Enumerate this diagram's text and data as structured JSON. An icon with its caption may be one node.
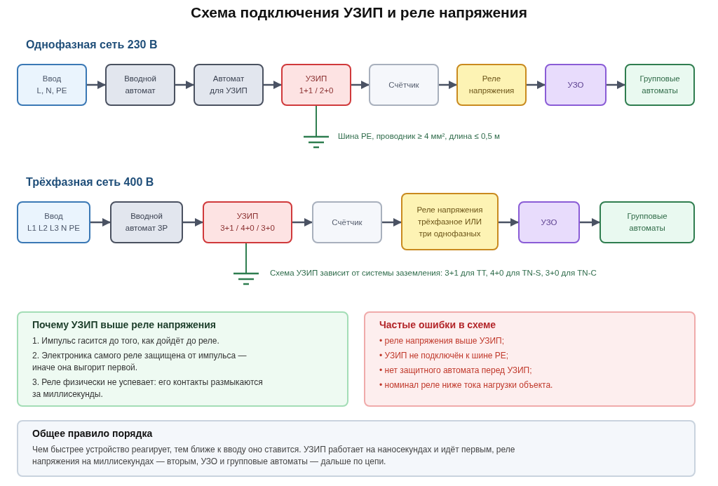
{
  "diagram": {
    "title": "Схема подключения УЗИП и реле напряжения",
    "nodes": [
      {
        "text": [
          "Ввод",
          "L, N, PE"
        ]
      },
      {
        "text": [
          "Вводной автомат"
        ]
      },
      {
        "text": [
          "Автомат для УЗИП"
        ]
      },
      {
        "text": [
          "УЗИП",
          "1+1 / 2+0"
        ]
      },
      {
        "text": [
          "Счётчик"
        ]
      },
      {
        "text": [
          "Реле напряжения"
        ]
      },
      {
        "text": [
          "УЗО"
        ]
      },
      {
        "text": [
          "Групповые автоматы"
        ]
      },
      {
        "text": [],
        "shape": "ground",
        "beside": [
          "Шина PE, проводник ≥ 4 мм², длина ≤ 0,5 м"
        ]
      },
      {
        "text": [
          "Ввод",
          "L1 L2 L3 N PE"
        ]
      },
      {
        "text": [
          "Вводной автомат 3P"
        ]
      },
      {
        "text": [
          "УЗИП",
          "3+1 / 4+0 / 3+0"
        ]
      },
      {
        "text": [
          "Счётчик"
        ]
      },
      {
        "text": [
          "Реле напряжения трёхфазное ИЛИ три однофазных"
        ]
      },
      {
        "text": [
          "УЗО"
        ]
      },
      {
        "text": [
          "Групповые автоматы"
        ]
      },
      {
        "text": [],
        "shape": "ground",
        "beside": [
          "Схема УЗИП зависит от системы заземления: 3+1 для TT, 4+0 для TN-S, 3+0 для TN-C"
        ]
      },
      {
        "text": [
          "Почему УЗИП выше реле напряжения",
          "1. Импульс гасится до того, как дойдёт до реле.",
          "2. Электроника самого реле защищена от импульса — иначе она выгорит первой.",
          "3. Реле физически не успевает: его контакты размыкаются за миллисекунды."
        ]
      },
      {
        "text": [
          "Частые ошибки в схеме",
          "• реле напряжения выше УЗИП;",
          "• УЗИП не подключён к шине PE;",
          "• нет защитного автомата перед УЗИП;",
          "• номинал реле ниже тока нагрузки объекта."
        ]
      },
      {
        "text": [
          "Общее правило порядка",
          "Чем быстрее устройство реагирует, тем ближе к вводу оно ставится. УЗИП работает на наносекундах и идёт первым, реле напряжения на миллисекундах — вторым, УЗО и групповые автоматы — дальше по цепи."
        ]
      }
    ],
    "edges": [
      {
        "from": 0,
        "to": 1,
        "arrow": "to"
      },
      {
        "from": 1,
        "to": 2,
        "arrow": "to"
      },
      {
        "from": 2,
        "to": 3,
        "arrow": "to"
      },
      {
        "from": 3,
        "to": 4,
        "arrow": "to"
      },
      {
        "from": 4,
        "to": 5,
        "arrow": "to"
      },
      {
        "from": 5,
        "to": 6,
        "arrow": "to"
      },
      {
        "from": 6,
        "to": 7,
        "arrow": "to"
      },
      {
        "from": 3,
        "to": 8,
        "arrow": "none",
        "color": "#2e7d4f"
      },
      {
        "from": 9,
        "to": 10,
        "arrow": "to"
      },
      {
        "from": 10,
        "to": 11,
        "arrow": "to"
      },
      {
        "from": 11,
        "to": 12,
        "arrow": "to"
      },
      {
        "from": 12,
        "to": 13,
        "arrow": "to"
      },
      {
        "from": 13,
        "to": 14,
        "arrow": "to"
      },
      {
        "from": 14,
        "to": 15,
        "arrow": "to"
      },
      {
        "from": 11,
        "to": 16,
        "arrow": "none",
        "color": "#2e7d4f"
      }
    ],
    "labels": [
      "Однофазная сеть 230 В",
      "Трёхфазная сеть 400 В"
    ]
  }
}
